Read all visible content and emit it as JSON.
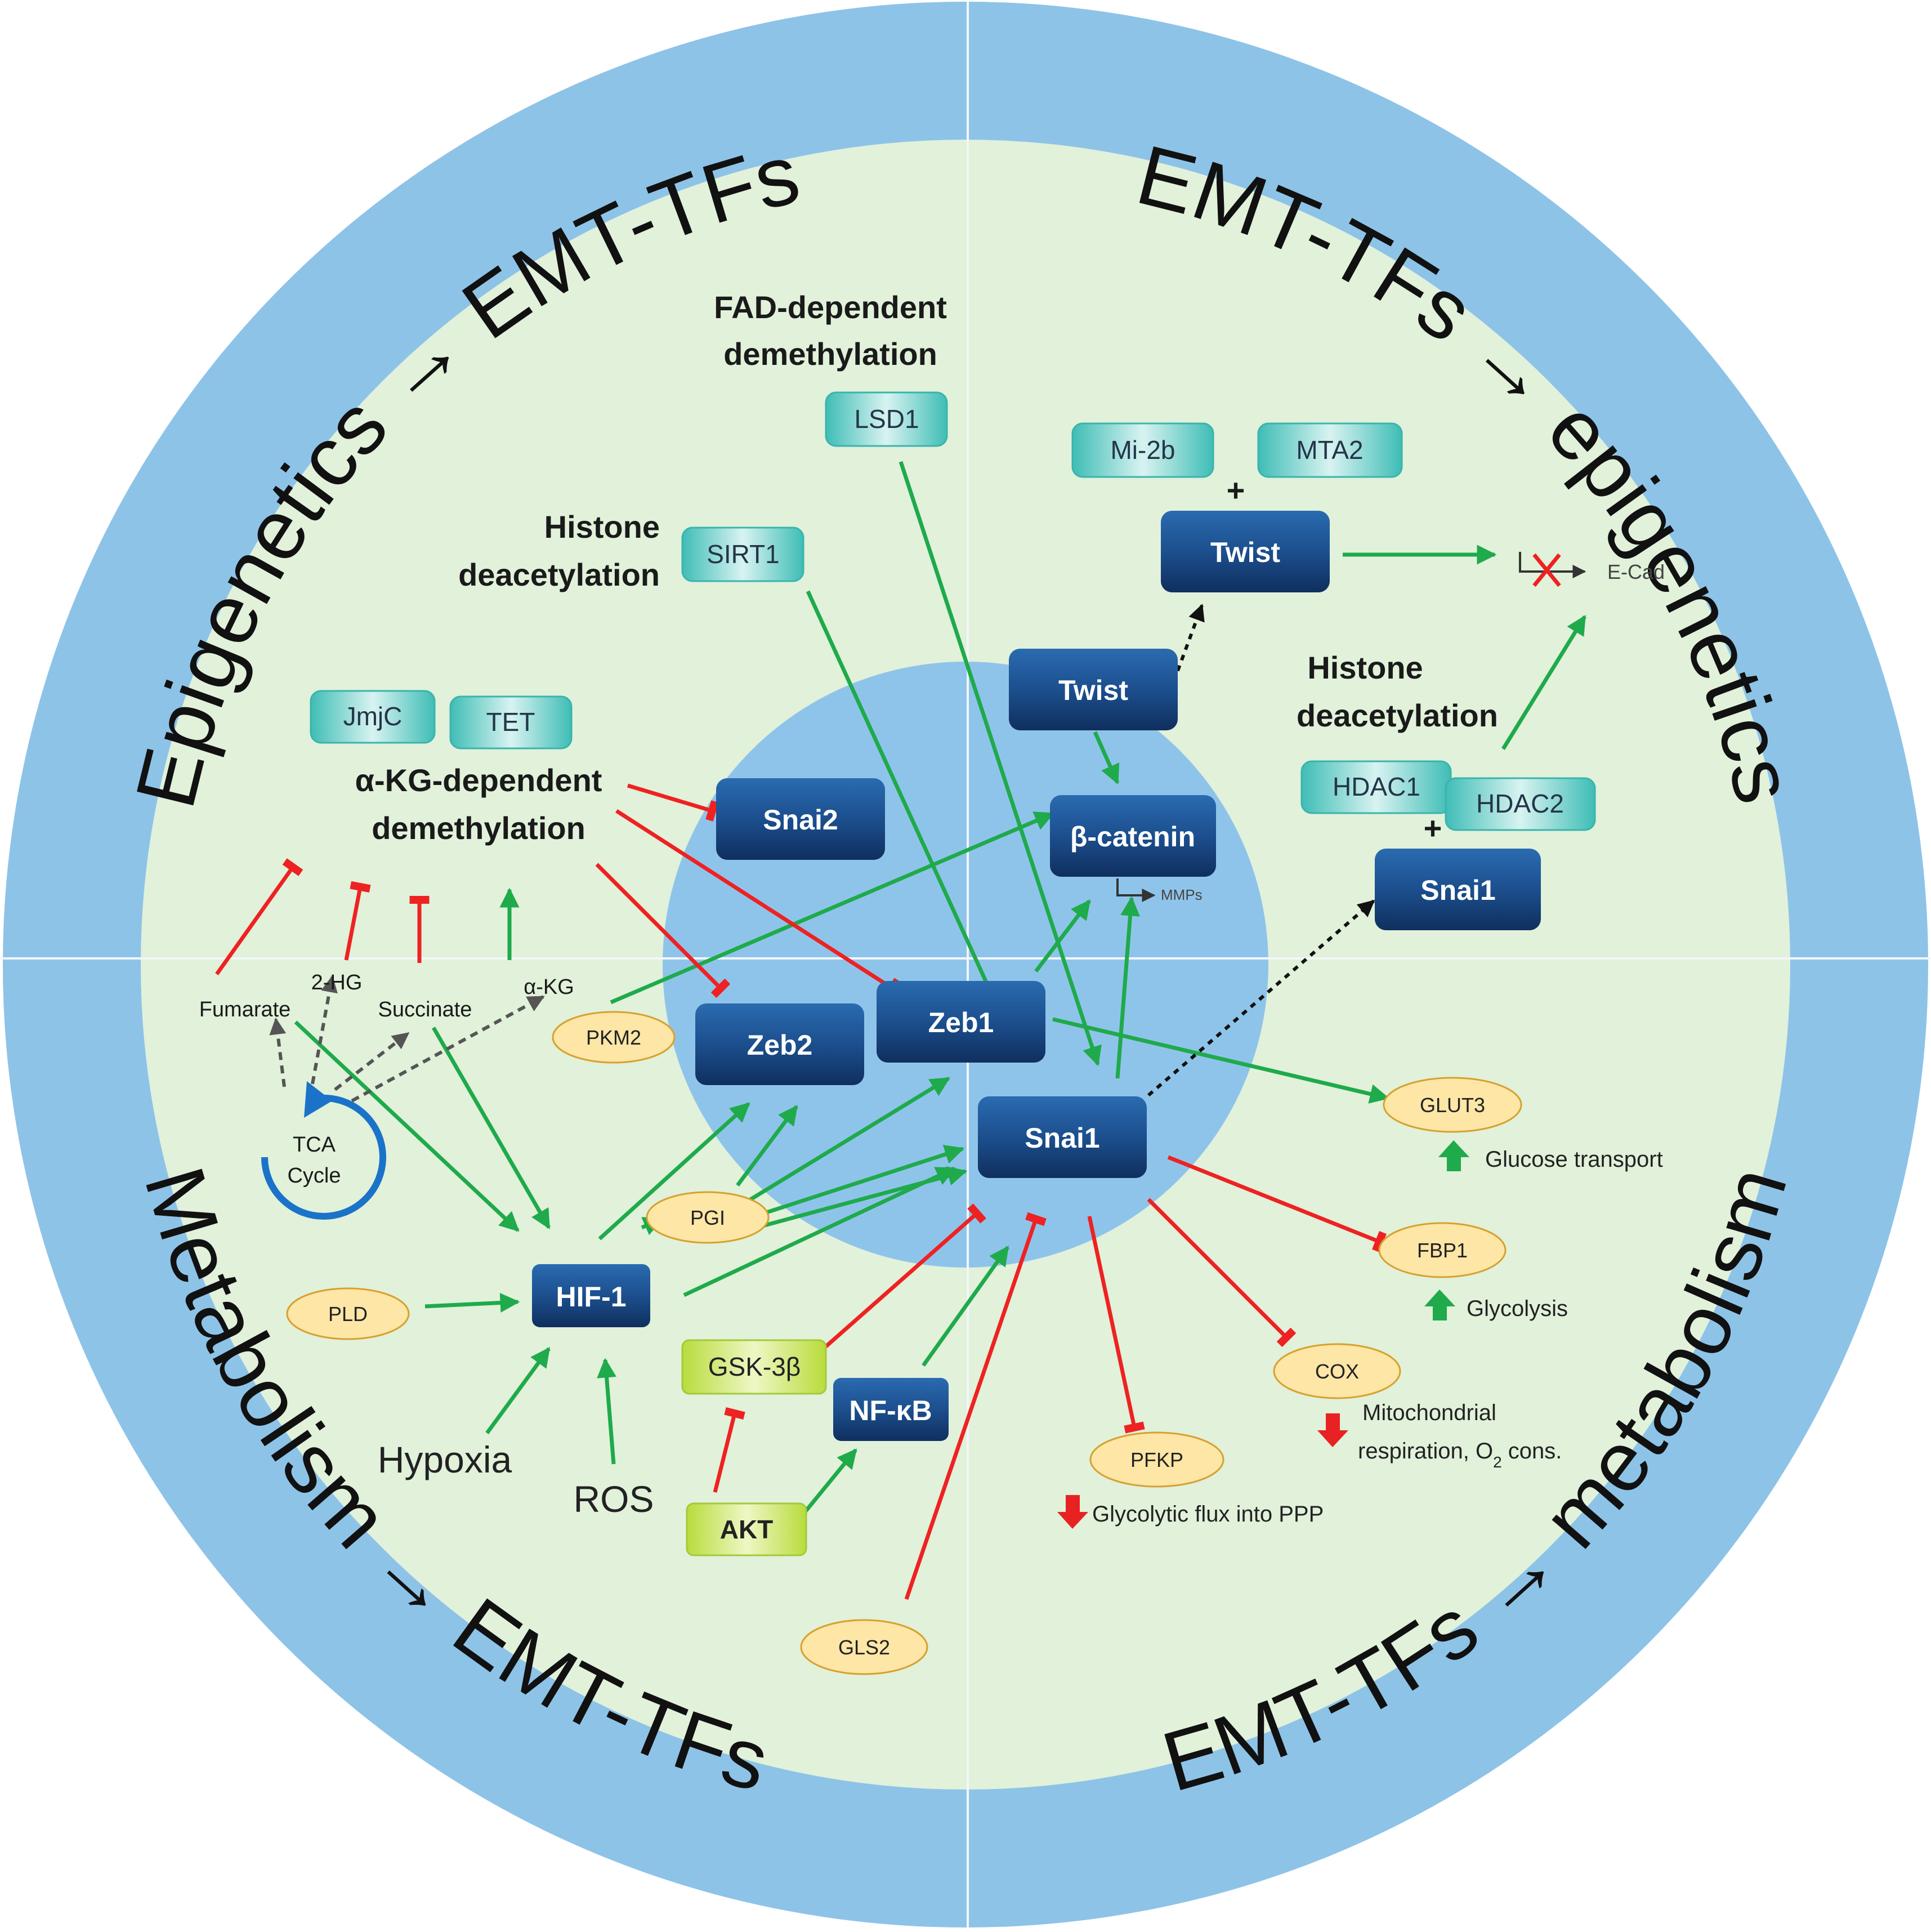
{
  "quadrant_titles": {
    "top_left": "Epigenetics → EMT-TFs",
    "top_right": "EMT-TFs → epigenetics",
    "bottom_left": "Metabolism → EMT-TFs",
    "bottom_right": "EMT-TFs → metabolism"
  },
  "headings": {
    "fad_line1": "FAD-dependent",
    "fad_line2": "demethylation",
    "hist_left_line1": "Histone",
    "hist_left_line2": "deacetylation",
    "akg_line1": "α-KG-dependent",
    "akg_line2": "demethylation",
    "hist_right_line1": "Histone",
    "hist_right_line2": "deacetylation"
  },
  "tf_boxes": {
    "twist_top": "Twist",
    "twist_inner": "Twist",
    "snai2": "Snai2",
    "beta_catenin": "β-catenin",
    "zeb1": "Zeb1",
    "zeb2": "Zeb2",
    "snai1_center": "Snai1",
    "snai1_right": "Snai1",
    "hif1": "HIF-1",
    "nfkb": "NF-κB"
  },
  "epigenetic_enzymes": {
    "lsd1": "LSD1",
    "sirt1": "SIRT1",
    "mi2b": "Mi-2b",
    "mta2": "MTA2",
    "jmjc": "JmjC",
    "tet": "TET",
    "hdac1": "HDAC1",
    "hdac2": "HDAC2"
  },
  "plus_signs": [
    "+",
    "+"
  ],
  "metabolic_enzymes": {
    "pkm2": "PKM2",
    "pgi": "PGI",
    "pld": "PLD",
    "glut3": "GLUT3",
    "fbp1": "FBP1",
    "cox": "COX",
    "pfkp": "PFKP",
    "gls2": "GLS2"
  },
  "kinases": {
    "gsk3b": "GSK-3β",
    "akt": "AKT"
  },
  "metabolites": {
    "fumarate": "Fumarate",
    "two_hg": "2-HG",
    "succinate": "Succinate",
    "akg": "α-KG",
    "tca_line1": "TCA",
    "tca_line2": "Cycle"
  },
  "stimuli": {
    "hypoxia": "Hypoxia",
    "ros": "ROS"
  },
  "target_genes": {
    "ecad": "E-Cad",
    "mmps": "MMPs"
  },
  "effects": {
    "glucose_transport": "Glucose transport",
    "glycolysis": "Glycolysis",
    "mito_line1": "Mitochondrial",
    "mito_line2_pre": "respiration, O",
    "mito_sub": "2",
    "mito_line2_post": " cons.",
    "glycolytic_flux": "Glycolytic flux into PPP"
  },
  "colors": {
    "outer_ring": "#8ec3e8",
    "field": "#e1f1da",
    "nucleus": "#8fc4ea",
    "activation": "#1faa4b",
    "inhibition": "#ee2222",
    "tf_box": "#1e4f8c",
    "teal_box": "#63cbc7",
    "oval": "#fde6a6",
    "oval_border": "#d7a12f",
    "kinase": "#cfe76a",
    "arrow_up": "#1faa4b",
    "arrow_down": "#e82222"
  }
}
